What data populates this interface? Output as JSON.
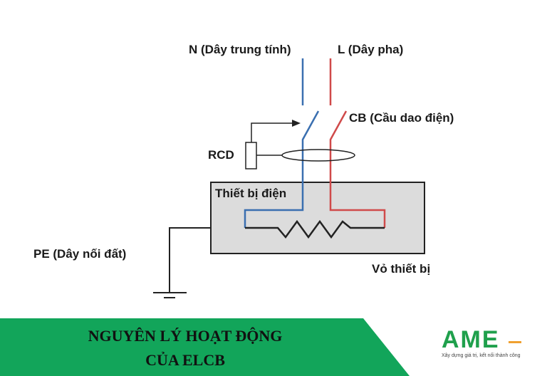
{
  "diagram": {
    "labels": {
      "neutral": "N (Dây trung tính)",
      "line": "L (Dây pha)",
      "cb": "CB (Cầu dao điện)",
      "rcd": "RCD",
      "device": "Thiết bị điện",
      "pe": "PE (Dây nối đất)",
      "casing": "Vỏ thiết bị"
    },
    "colors": {
      "neutral_wire": "#3a6fb0",
      "line_wire": "#d04a4a",
      "device_fill": "#dcdcdc",
      "stroke": "#222222"
    }
  },
  "banner": {
    "title_line1": "NGUYÊN LÝ HOẠT ĐỘNG",
    "title_line2": "CỦA ELCB",
    "color": "#12a55a"
  },
  "logo": {
    "brand": "AME",
    "tagline": "Xây dựng giá trị, kết nối thành công"
  }
}
